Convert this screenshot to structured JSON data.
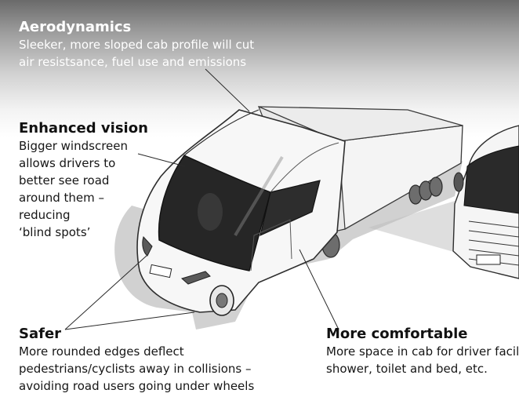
{
  "callouts": {
    "aerodynamics": {
      "title": "Aerodynamics",
      "lines": [
        "Sleeker, more sloped cab profile will cut",
        "air resistsance, fuel use and emissions"
      ]
    },
    "vision": {
      "title": "Enhanced vision",
      "lines": [
        "Bigger windscreen",
        "allows drivers to",
        "better see road",
        "around them –",
        "reducing",
        "‘blind spots’"
      ]
    },
    "safer": {
      "title": "Safer",
      "lines": [
        "More rounded edges deflect",
        "pedestrians/cyclists away in collisions –",
        "avoiding road users going under wheels"
      ]
    },
    "comfort": {
      "title": "More comfortable",
      "lines": [
        "More space in cab for driver facilities –",
        "shower, toilet and bed, etc."
      ]
    }
  }
}
